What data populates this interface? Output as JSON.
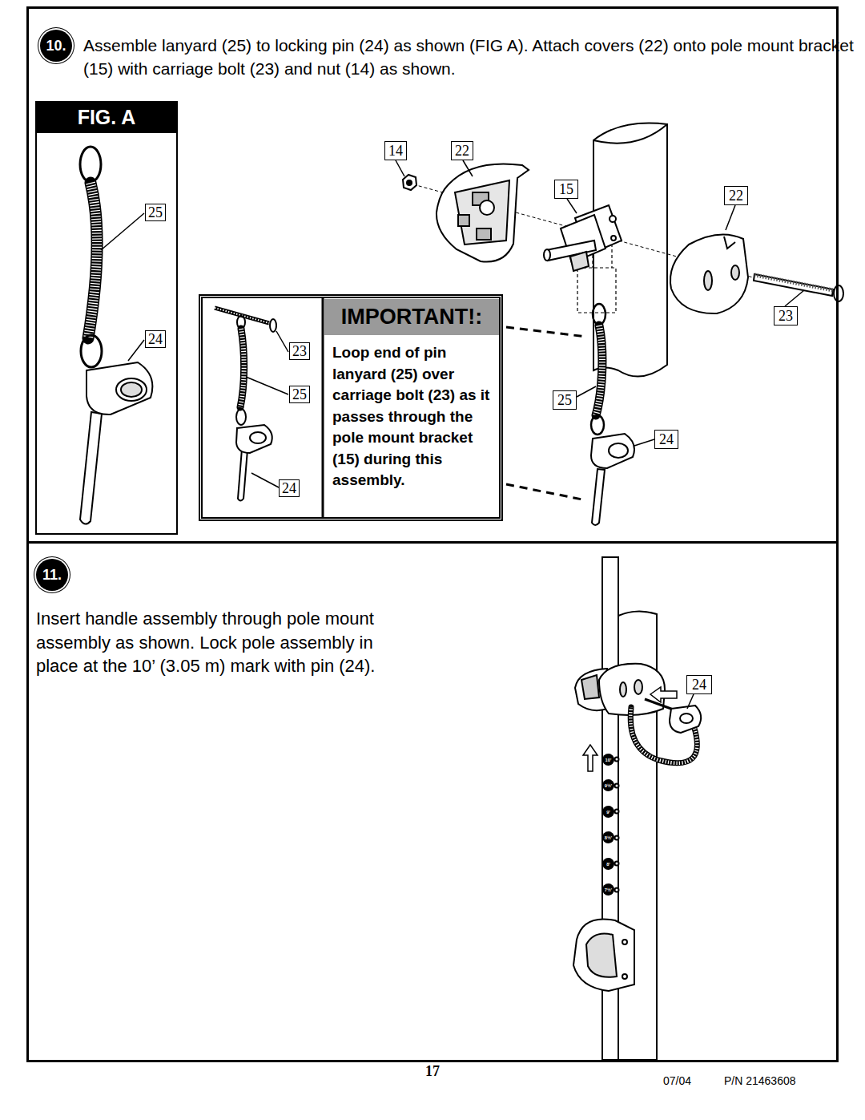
{
  "diagram": {
    "nodes": [
      {
        "text": [
          "Assemble lanyard (25) to locking pin (24) as shown (FIG A). Attach covers (22) onto pole mount bracket (15) with carriage bolt (23) and nut (14) as shown."
        ]
      },
      {
        "text": [
          "10."
        ],
        "in": 0
      },
      {
        "text": [
          "FIG. A"
        ],
        "in": 0
      },
      {
        "text": [
          "25"
        ],
        "in": 2
      },
      {
        "text": [
          "24"
        ],
        "in": 2
      },
      {
        "text": [
          "14"
        ],
        "in": 0
      },
      {
        "text": [
          "22"
        ],
        "in": 0
      },
      {
        "text": [
          "15"
        ],
        "in": 0
      },
      {
        "text": [
          "22"
        ],
        "in": 0
      },
      {
        "text": [
          "IMPORTANT!:",
          "Loop end of pin lanyard (25) over carriage bolt (23) as it passes through the pole mount bracket (15) during this assembly."
        ],
        "in": 0
      },
      {
        "text": [
          "23"
        ],
        "in": 9
      },
      {
        "text": [
          "25"
        ],
        "in": 9
      },
      {
        "text": [
          "24"
        ],
        "in": 9
      },
      {
        "text": [
          "23"
        ],
        "in": 0
      },
      {
        "text": [
          "25"
        ],
        "in": 0
      },
      {
        "text": [
          "24"
        ],
        "in": 0
      },
      {
        "text": [
          "Insert handle assembly through pole mount assembly as shown. Lock pole assembly in place at the 10’ (3.05 m) mark with pin (24)."
        ]
      },
      {
        "text": [
          "11."
        ],
        "in": 16
      },
      {
        "text": [
          "24"
        ],
        "in": 16
      },
      {
        "text": [
          "10'"
        ],
        "in": 16
      },
      {
        "text": [
          "9½'"
        ],
        "in": 16
      },
      {
        "text": [
          "9'"
        ],
        "in": 16
      },
      {
        "text": [
          "8½'"
        ],
        "in": 16
      },
      {
        "text": [
          "8'"
        ],
        "in": 16
      },
      {
        "text": [
          "7½'"
        ],
        "in": 16
      }
    ],
    "labels": [
      "17",
      "07/04",
      "P/N 21463608"
    ]
  }
}
